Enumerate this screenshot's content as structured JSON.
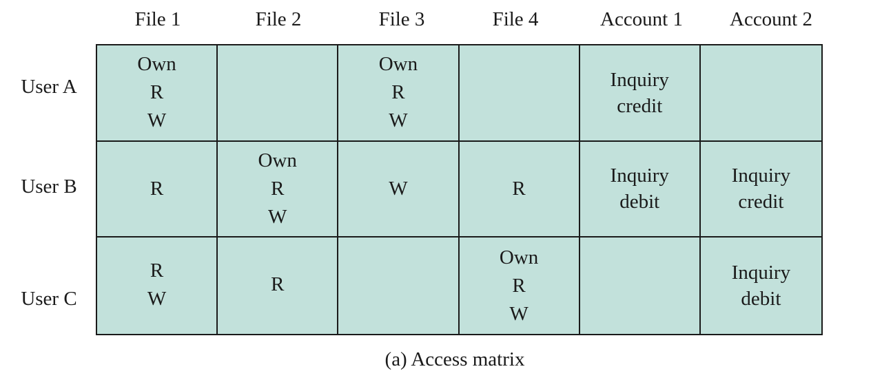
{
  "matrix": {
    "columns": [
      "File 1",
      "File 2",
      "File 3",
      "File 4",
      "Account 1",
      "Account 2"
    ],
    "rows": [
      {
        "label": "User A",
        "cells": [
          [
            "Own",
            "R",
            "W"
          ],
          [],
          [
            "Own",
            "R",
            "W"
          ],
          [],
          [
            "Inquiry",
            "credit"
          ],
          []
        ]
      },
      {
        "label": "User B",
        "cells": [
          [
            "R"
          ],
          [
            "Own",
            "R",
            "W"
          ],
          [
            "W"
          ],
          [
            "R"
          ],
          [
            "Inquiry",
            "debit"
          ],
          [
            "Inquiry",
            "credit"
          ]
        ]
      },
      {
        "label": "User C",
        "cells": [
          [
            "R",
            "W"
          ],
          [
            "R"
          ],
          [],
          [
            "Own",
            "R",
            "W"
          ],
          [],
          [
            "Inquiry",
            "debit"
          ]
        ]
      }
    ],
    "cell_color": "#c2e1db",
    "border_color": "#1a1a1a"
  },
  "caption": "(a) Access matrix"
}
